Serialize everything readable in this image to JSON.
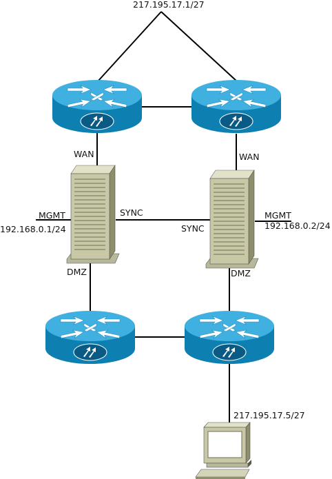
{
  "labels": {
    "wan_subnet": "217.195.17.1/27",
    "wan_left": "WAN",
    "wan_right": "WAN",
    "mgmt_left": "MGMT",
    "mgmt_left_ip": "192.168.0.1/24",
    "mgmt_right": "MGMT",
    "mgmt_right_ip": "192.168.0.2/24",
    "sync_left": "SYNC",
    "sync_right": "SYNC",
    "dmz_left": "DMZ",
    "dmz_right": "DMZ",
    "host_ip": "217.195.17.5/27"
  },
  "colors": {
    "router_top": "#3fb0e0",
    "router_side": "#0d7fb0",
    "router_badge": "#0a5a86",
    "server_body": "#c8c8a6",
    "server_side": "#8e8e6c",
    "server_top": "#e2e2c8",
    "link": "#000000"
  }
}
